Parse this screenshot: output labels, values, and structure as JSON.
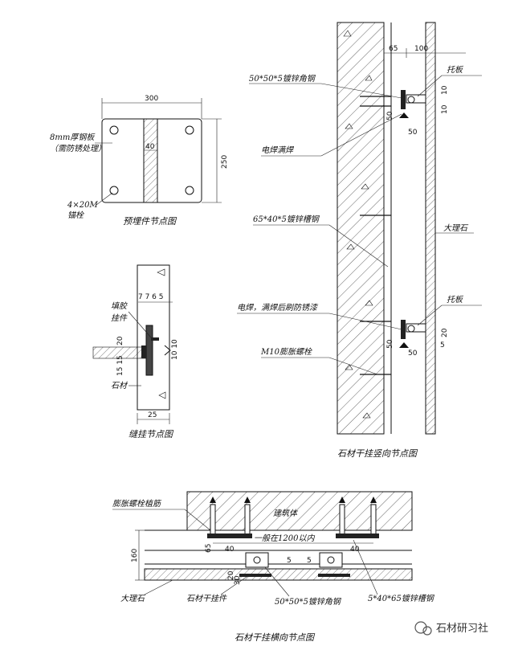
{
  "embed_plate": {
    "caption": "预埋件节点图",
    "dim_width": "300",
    "dim_height": "250",
    "dim_inner": "40",
    "label_plate": "8mm厚钢板",
    "label_plate_note": "（需防锈处理）",
    "label_bolt": "4×20M",
    "label_bolt2": "锚栓"
  },
  "seam_detail": {
    "caption": "缝挂节点图",
    "dims_top": "7 7 6 5",
    "dim_left": "20",
    "dim_left2": "15 15",
    "dim_right": "10 10",
    "dim_bottom": "25",
    "label_glue": "填胶",
    "label_hanger": "挂件",
    "label_stone": "石材"
  },
  "vertical": {
    "caption": "石材干挂竖向节点图",
    "dim_65": "65",
    "dim_100": "100",
    "dim_50a": "50",
    "dim_50b": "50",
    "dim_50c": "50",
    "dim_50d": "50",
    "dim_10": "10",
    "dim_10b": "10",
    "dim_20": "20",
    "dim_5": "5",
    "label_angle": "50*50*5镀锌角钢",
    "label_weld": "电焊满焊",
    "label_channel": "65*40*5镀锌槽钢",
    "label_weld2": "电焊，满焊后刷防锈漆",
    "label_bolt": "M10膨胀螺栓",
    "label_bracket_top": "托板",
    "label_bracket_bottom": "托板",
    "label_marble": "大理石"
  },
  "horizontal": {
    "caption": "石材干挂横向节点图",
    "label_rebar": "膨胀螺栓植筋",
    "label_building": "建筑体",
    "label_span": "一般在1200以内",
    "label_marble": "大理石",
    "label_hanger": "石材干挂件",
    "label_angle": "50*50*5镀锌角钢",
    "label_channel": "5*40*65镀锌槽钢",
    "dim_160": "160",
    "dim_65": "65",
    "dim_40a": "40",
    "dim_40b": "40",
    "dim_5a": "5",
    "dim_5b": "5",
    "dim_30": "30",
    "dim_20": "20"
  },
  "watermark": {
    "text": "石材研习社"
  }
}
